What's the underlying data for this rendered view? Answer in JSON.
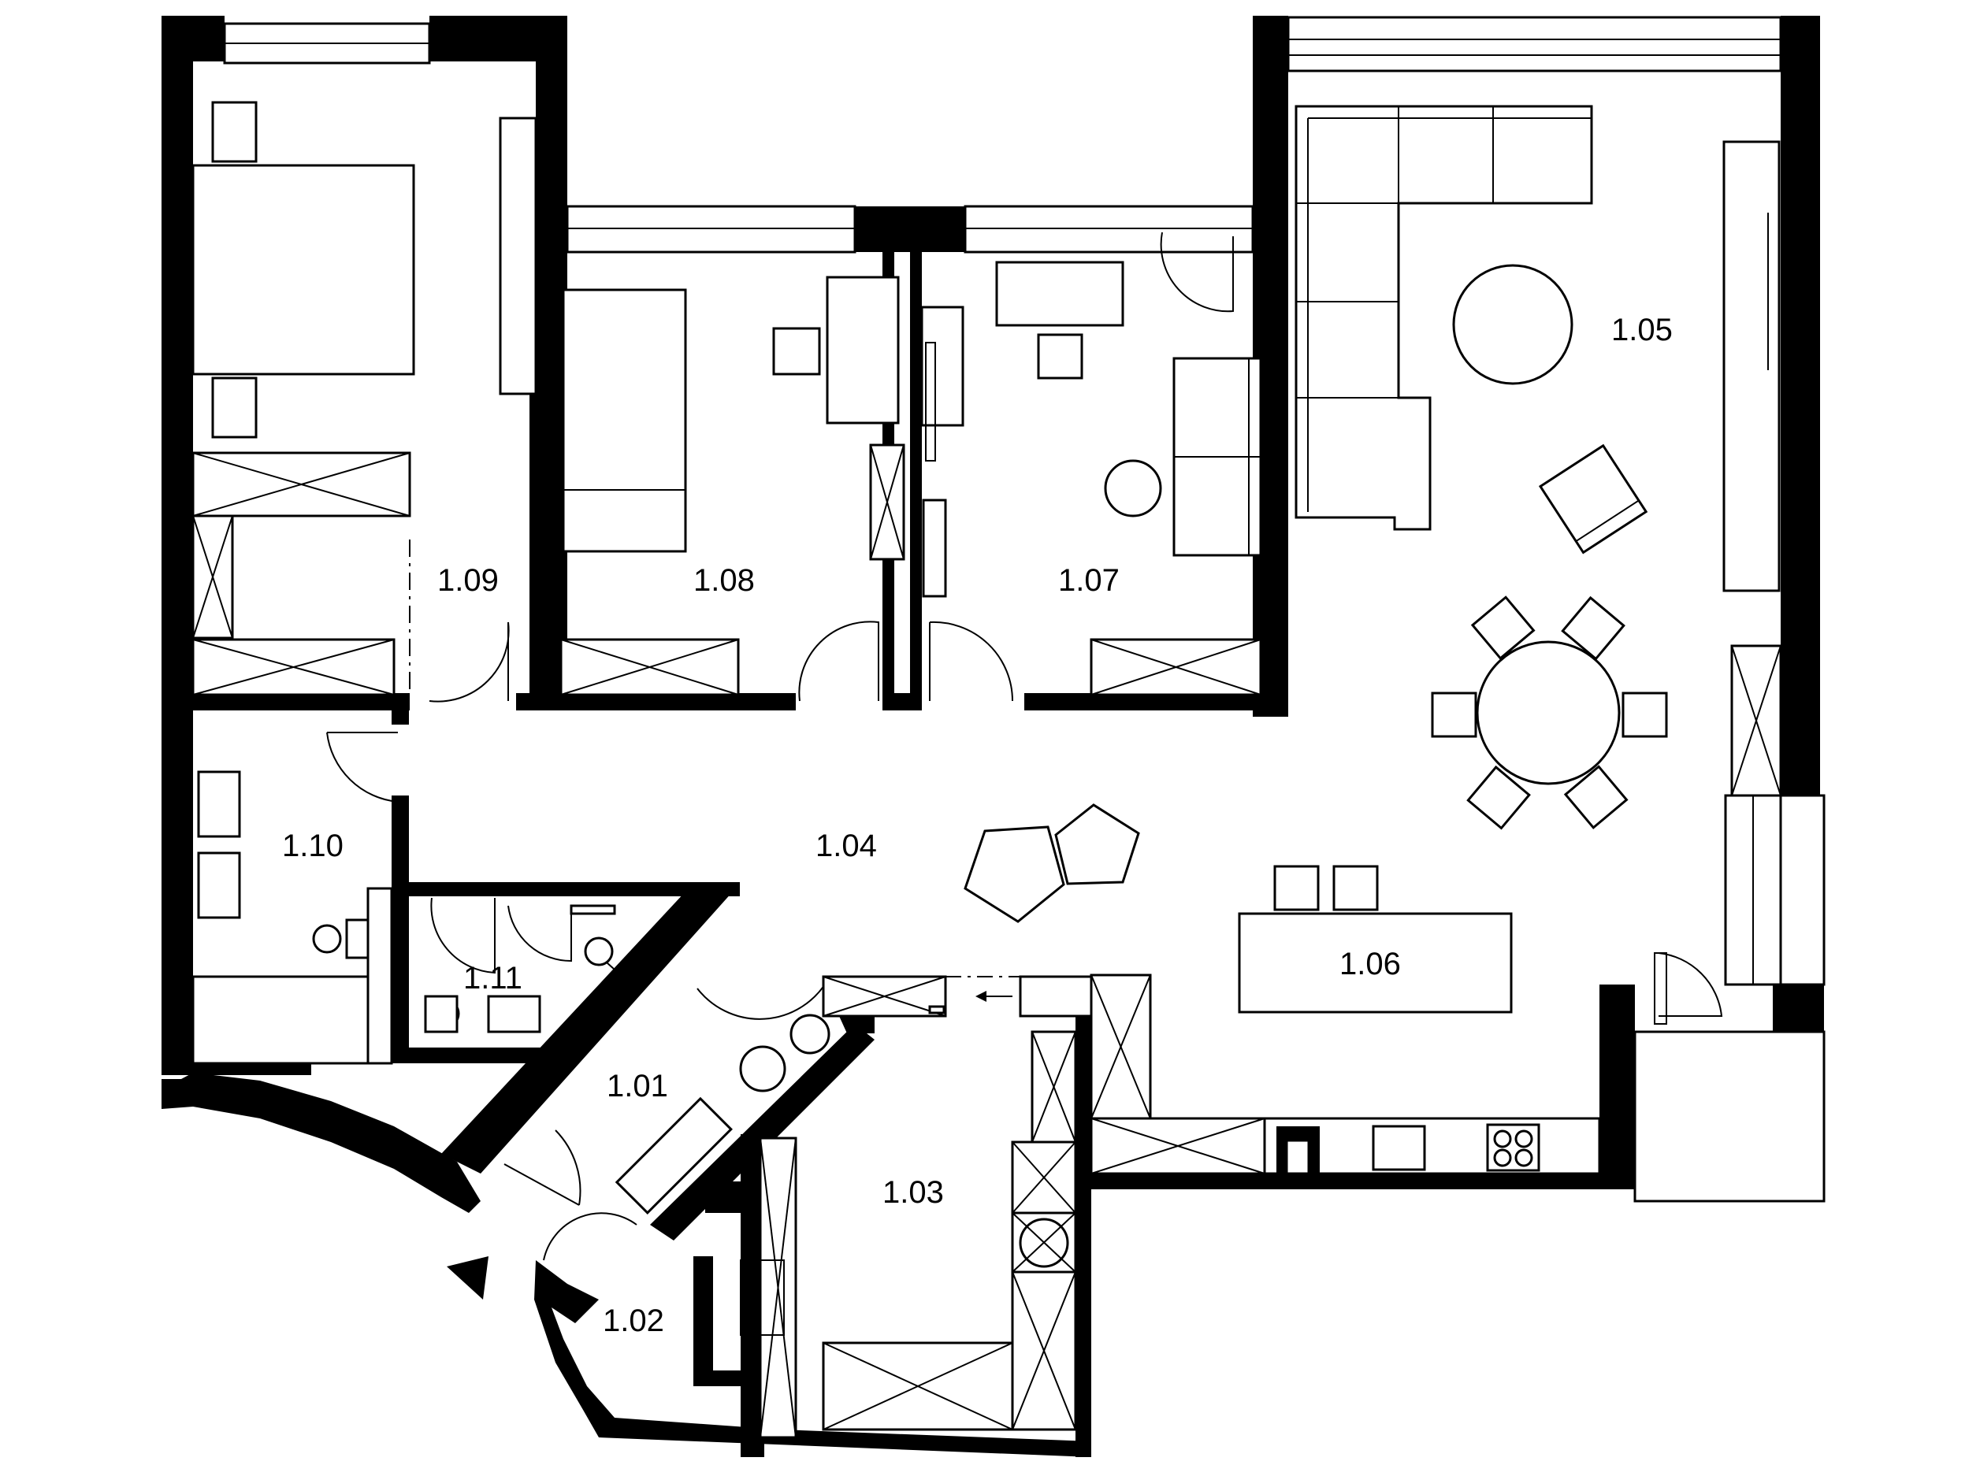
{
  "plan": {
    "rooms": [
      {
        "id": "1.01",
        "label": "1.01"
      },
      {
        "id": "1.02",
        "label": "1.02"
      },
      {
        "id": "1.03",
        "label": "1.03"
      },
      {
        "id": "1.04",
        "label": "1.04"
      },
      {
        "id": "1.05",
        "label": "1.05"
      },
      {
        "id": "1.06",
        "label": "1.06"
      },
      {
        "id": "1.07",
        "label": "1.07"
      },
      {
        "id": "1.08",
        "label": "1.08"
      },
      {
        "id": "1.09",
        "label": "1.09"
      },
      {
        "id": "1.10",
        "label": "1.10"
      },
      {
        "id": "1.11",
        "label": "1.11"
      }
    ],
    "colors": {
      "wall": "#000000",
      "line": "#000000",
      "background": "#ffffff"
    },
    "icons": {
      "entrance_marker": "entrance-triangle-icon",
      "direction_arrow": "arrow-left-icon"
    }
  }
}
